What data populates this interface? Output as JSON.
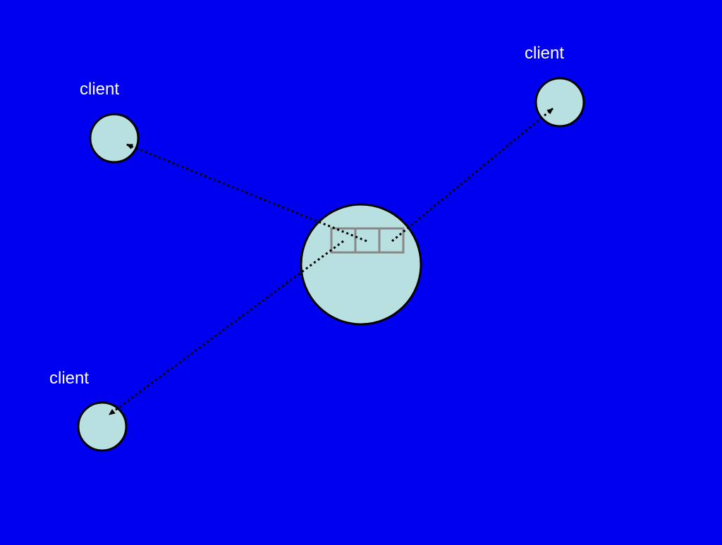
{
  "diagram": {
    "background_color": "#0000f0",
    "node_fill": "#b8e0e0",
    "node_stroke": "#000000",
    "slot_stroke": "#888888",
    "connector_style": "dotted-arrow",
    "server": {
      "label": "",
      "slots": 3
    },
    "clients": [
      {
        "label": "client"
      },
      {
        "label": "client"
      },
      {
        "label": "client"
      }
    ]
  }
}
